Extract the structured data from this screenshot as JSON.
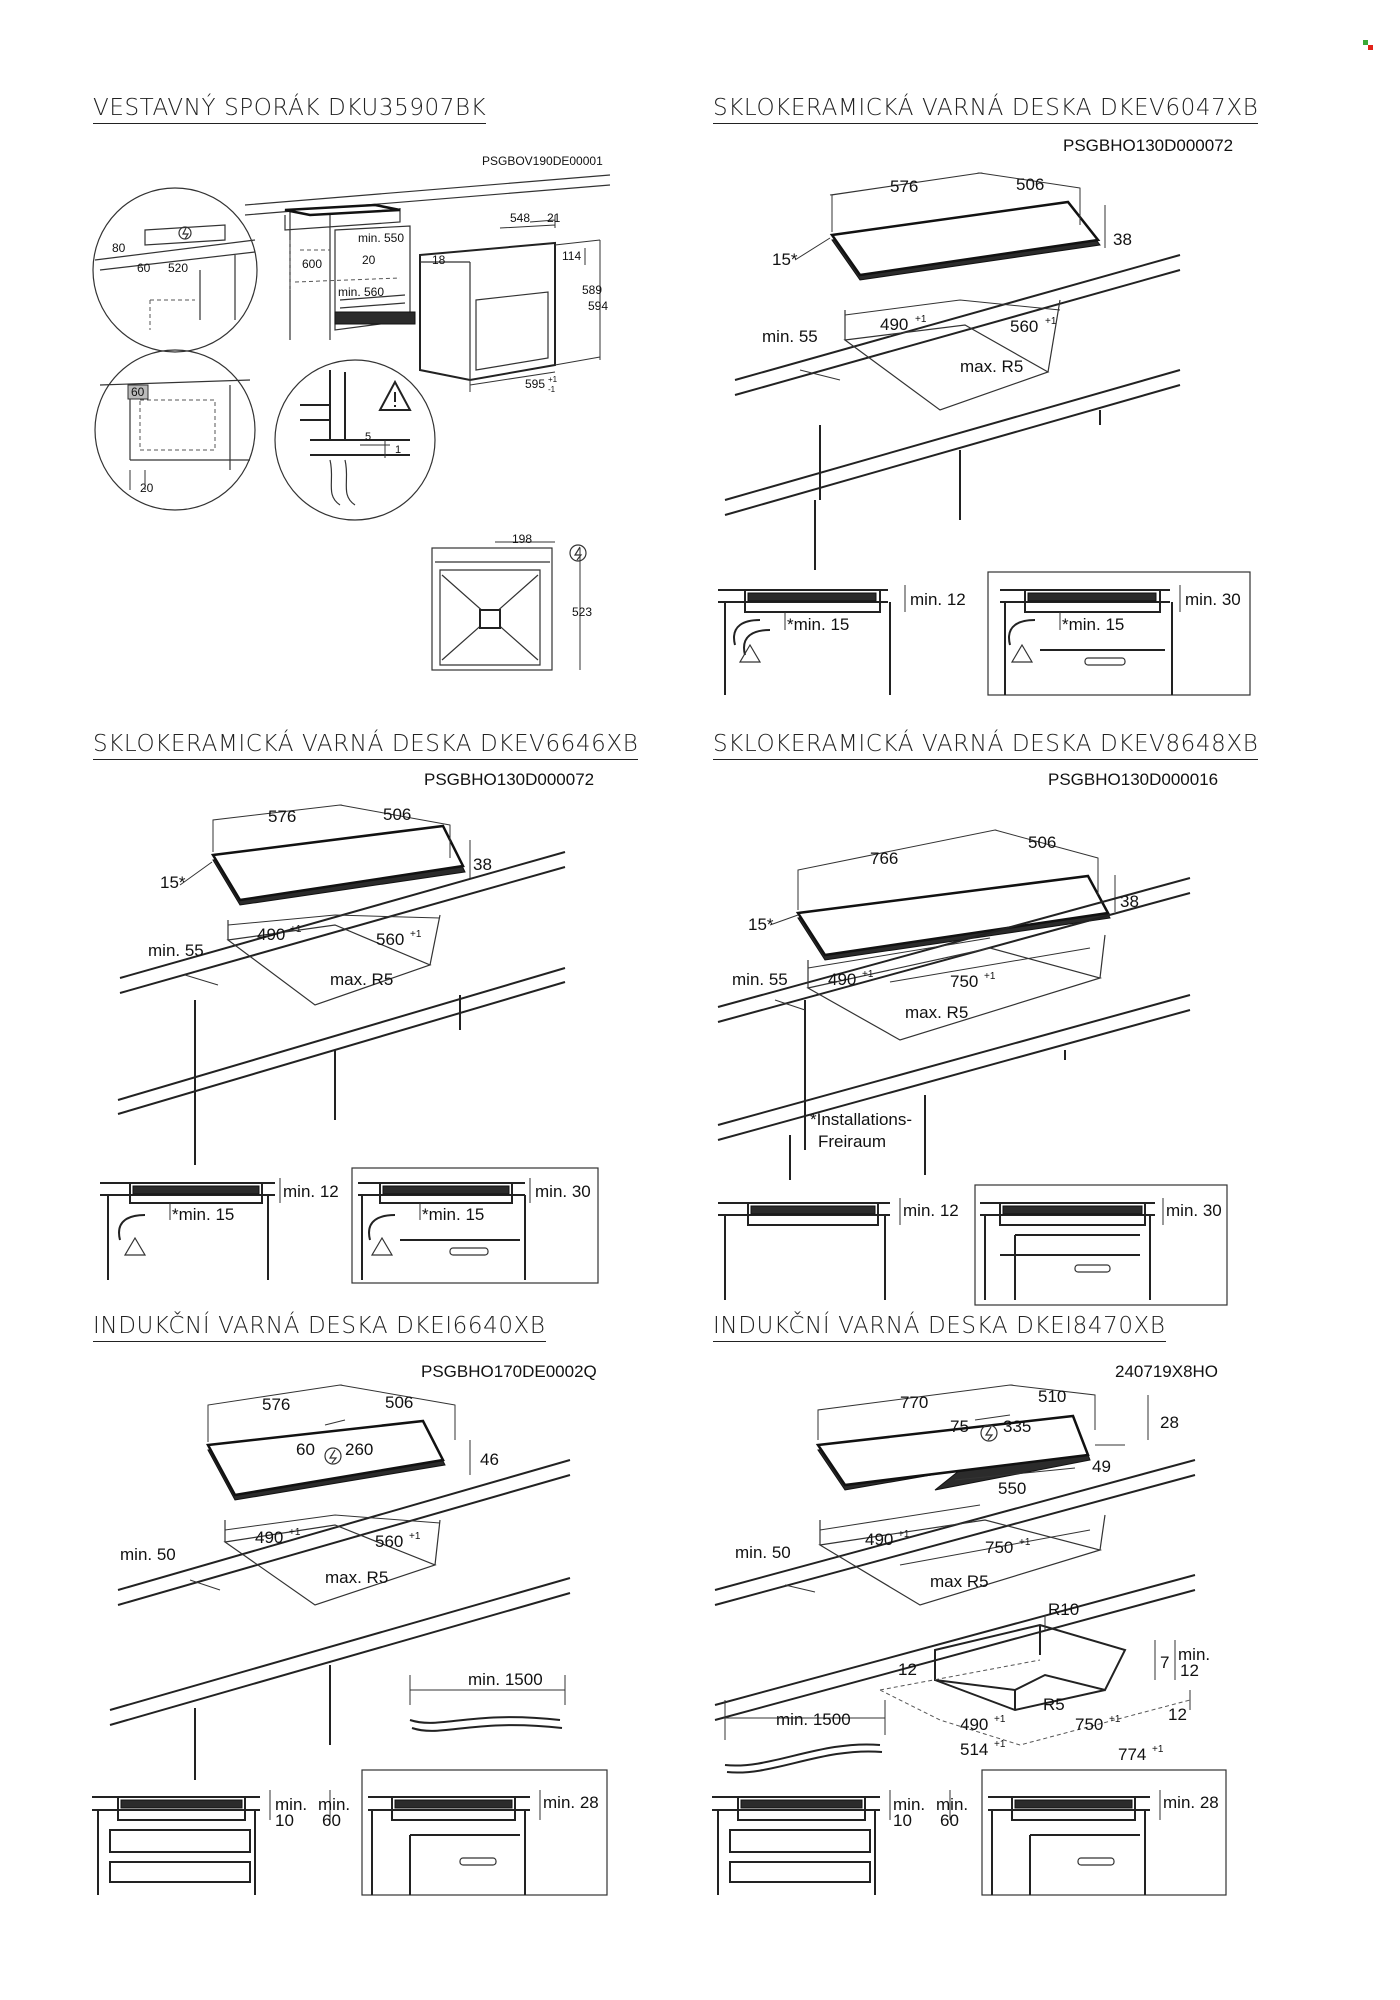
{
  "sections": [
    {
      "title": "VESTAVNÝ SPORÁK DKU35907BK",
      "code": "PSGBOV190DE00001",
      "labels": {
        "d80": "80",
        "d60": "60",
        "d520": "520",
        "d600": "600",
        "d550": "min. 550",
        "d20a": "20",
        "d560": "min. 560",
        "d548": "548",
        "d21": "21",
        "d18": "18",
        "d114": "114",
        "d589": "589",
        "d594": "594",
        "d595": "595",
        "d595sup": "+1",
        "d595sub": "-1",
        "d60b": "60",
        "d20b": "20",
        "d5": "5",
        "d1": "1",
        "d198": "198",
        "d523": "523"
      }
    },
    {
      "title": "SKLOKERAMICKÁ VARNÁ DESKA DKEV6047XB",
      "code": "PSGBHO130D000072",
      "labels": {
        "w": "576",
        "d": "506",
        "h": "38",
        "tilt": "15*",
        "cw": "490",
        "cwsup": "+1",
        "cd": "560",
        "cdsup": "+1",
        "min": "min. 55",
        "r": "max. R5",
        "cl1": "min. 12",
        "cl2": "*min. 15",
        "cl3": "min. 30",
        "cl4": "*min. 15"
      }
    },
    {
      "title": "SKLOKERAMICKÁ VARNÁ DESKA DKEV6646XB",
      "code": "PSGBHO130D000072",
      "labels": {
        "w": "576",
        "d": "506",
        "h": "38",
        "tilt": "15*",
        "cw": "490",
        "cwsup": "+1",
        "cd": "560",
        "cdsup": "+1",
        "min": "min. 55",
        "r": "max. R5",
        "cl1": "min. 12",
        "cl2": "*min. 15",
        "cl3": "min. 30",
        "cl4": "*min. 15"
      }
    },
    {
      "title": "SKLOKERAMICKÁ VARNÁ DESKA DKEV8648XB",
      "code": "PSGBHO130D000016",
      "labels": {
        "w": "766",
        "d": "506",
        "h": "38",
        "tilt": "15*",
        "cw": "490",
        "cwsup": "+1",
        "cd": "750",
        "cdsup": "+1",
        "min": "min. 55",
        "r": "max. R5",
        "note1": "*Installations-",
        "note2": "Freiraum",
        "cl1": "min. 12",
        "cl3": "min. 30"
      }
    },
    {
      "title": "INDUKČNÍ VARNÁ DESKA DKEI6640XB",
      "code": "PSGBHO170DE0002Q",
      "labels": {
        "w": "576",
        "d": "506",
        "h": "46",
        "e1": "60",
        "e2": "260",
        "cw": "490",
        "cwsup": "+1",
        "cd": "560",
        "cdsup": "+1",
        "min": "min. 50",
        "r": "max. R5",
        "cable": "min. 1500",
        "cl1a": "min.",
        "cl1b": "10",
        "cl2a": "min.",
        "cl2b": "60",
        "cl3": "min. 28"
      }
    },
    {
      "title": "INDUKČNÍ VARNÁ DESKA DKEI8470XB",
      "code": "240719X8HO",
      "labels": {
        "w": "770",
        "d": "510",
        "h": "28",
        "h2": "49",
        "e1": "75",
        "e2": "335",
        "bw": "550",
        "cw": "490",
        "cwsup": "+1",
        "cd": "750",
        "cdsup": "+1",
        "min": "min. 50",
        "r": "max R5",
        "r10": "R10",
        "d7": "7",
        "d12a": "12",
        "d12b": "12",
        "d12c": "min.",
        "d12d": "12",
        "r5": "R5",
        "fw": "490",
        "fwsup": "+1",
        "fd": "750",
        "fdsup": "+1",
        "fo1": "514",
        "fo1sup": "+1",
        "fo2": "774",
        "fo2sup": "+1",
        "cable": "min. 1500",
        "cl1a": "min.",
        "cl1b": "10",
        "cl2a": "min.",
        "cl2b": "60",
        "cl3": "min. 28"
      }
    }
  ],
  "colors": {
    "line": "#222222",
    "hob": "#2b2b2b",
    "logo_green": "#3aa935",
    "logo_red": "#e2231a"
  }
}
